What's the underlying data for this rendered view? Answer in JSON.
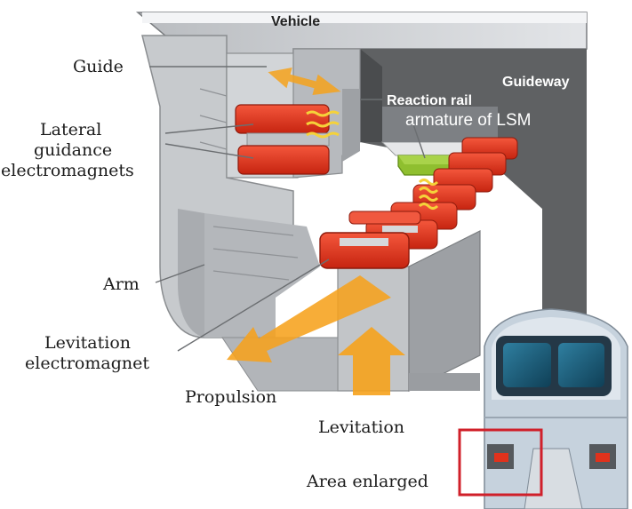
{
  "labels": {
    "vehicle": "Vehicle",
    "guideway": "Guideway",
    "reaction_rail": "Reaction rail",
    "armature": "armature of LSM",
    "guide": "Guide",
    "lateral_line1": "Lateral",
    "lateral_line2": "guidance",
    "lateral_line3": "electromagnets",
    "arm": "Arm",
    "levitation_em_line1": "Levitation",
    "levitation_em_line2": "electromagnet",
    "propulsion": "Propulsion",
    "levitation": "Levitation",
    "area_enlarged": "Area enlarged"
  },
  "colors": {
    "magnet_red": "#e0321c",
    "arrow_orange": "#f6a21c",
    "guideway_gray": "#5f6163",
    "armature_green": "#8fbf2f",
    "callout_red": "#d0202a"
  }
}
